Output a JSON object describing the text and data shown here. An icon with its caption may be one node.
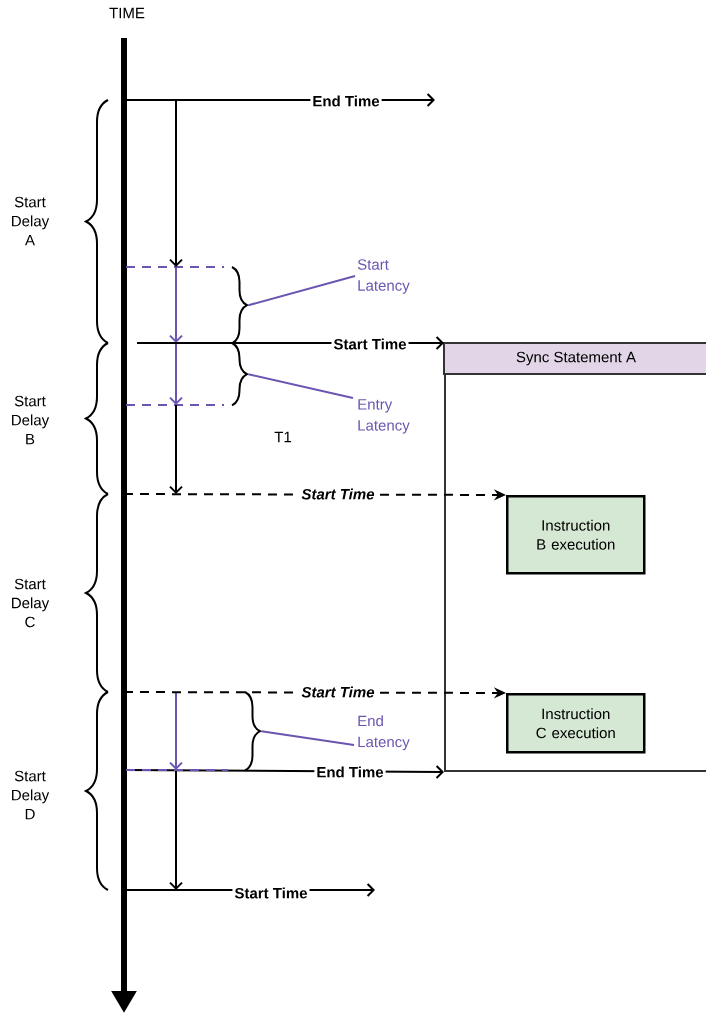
{
  "diagram": {
    "nodes": [
      {
        "text": [
          "Sync Statement A"
        ]
      },
      {
        "text": [
          "Instruction B execution"
        ],
        "in": 0
      },
      {
        "text": [
          "Instruction C execution"
        ],
        "in": 0
      },
      {
        "text": [
          "Start Latency"
        ]
      },
      {
        "text": [
          "Entry Latency"
        ]
      },
      {
        "text": [
          "End Latency"
        ]
      },
      {
        "text": [],
        "shape": "brace"
      },
      {
        "text": [],
        "shape": "brace"
      },
      {
        "text": [],
        "shape": "brace"
      }
    ],
    "edges": [
      {
        "from": null,
        "to": 0,
        "arrow": "to",
        "label": "Start Time"
      },
      {
        "from": null,
        "to": 1,
        "arrow": "to",
        "label": "Start Time",
        "style": "dashed"
      },
      {
        "from": null,
        "to": 2,
        "arrow": "to",
        "label": "Start Time",
        "style": "dashed"
      },
      {
        "from": null,
        "to": 0,
        "arrow": "to",
        "label": "End Time"
      },
      {
        "from": 3,
        "to": 6,
        "arrow": "none",
        "color": "#6c55b0"
      },
      {
        "from": 4,
        "to": 7,
        "arrow": "none",
        "color": "#6c55b0"
      },
      {
        "from": 5,
        "to": 8,
        "arrow": "none",
        "color": "#6c55b0"
      }
    ],
    "labels": [
      "TIME",
      "Start Delay A",
      "End Time",
      "Start Delay B",
      "T1",
      "Start Delay C",
      "Start Delay D",
      "Start Time"
    ]
  }
}
